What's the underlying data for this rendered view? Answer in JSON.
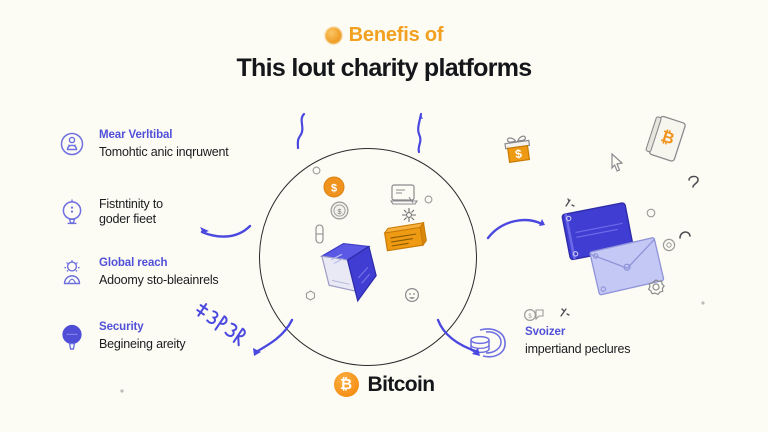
{
  "background_color": "#FCFCF4",
  "accent_colors": {
    "orange": "#F2A020",
    "purple": "#5150D8",
    "blue": "#3B35D6",
    "light_blue": "#BFC4F2",
    "ink": "#15161A",
    "circle_stroke": "#2B2B2F"
  },
  "header": {
    "eyebrow": "Benefis of",
    "eyebrow_icon": "bitcoin-coin-icon",
    "headline": "This lout charity platforms"
  },
  "features": [
    {
      "icon": "user-network-circle-icon",
      "title": "Mear Verltibal",
      "description": "Tomohtic anic inqruwent"
    },
    {
      "icon": "balloon-dots-icon",
      "title": "",
      "description": "Fistntinity to\ngoder fieet"
    },
    {
      "icon": "globe-person-rays-icon",
      "title": "Global reach",
      "description": "Adoomy sto-bleainrels"
    },
    {
      "icon": "filled-balloon-shield-icon",
      "title": "Security",
      "description": "Begineing areity"
    }
  ],
  "right_feature": {
    "icon": "stacked-coins-icon",
    "title": "Svoizer",
    "description": "impertiand peclures"
  },
  "brand": {
    "symbol": "₿",
    "name": "Bitcoin"
  },
  "illustration": {
    "center_circle": "orbit-circle",
    "items": [
      "orange-dollar-coin",
      "gray-coin",
      "laptop-sketch",
      "orange-ticket-box",
      "blue-3d-box",
      "small-dot",
      "gear-dot",
      "pin-sketch"
    ],
    "right_items": [
      "gift-box-dollar",
      "phone-bitcoin",
      "cursor-icon",
      "blue-wallet",
      "light-blue-envelope",
      "question-squiggle",
      "hook-squiggle",
      "flower-gear",
      "tiny-coin"
    ],
    "connectors": [
      "squiggle-arc-top-left",
      "squiggle-arc-top-right",
      "curved-arrow-left",
      "curved-arrow-right",
      "curved-arrow-bottom-left",
      "curved-arrow-bottom-right",
      "scribble-glyphs"
    ]
  }
}
